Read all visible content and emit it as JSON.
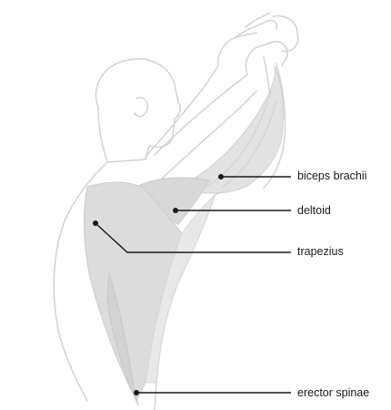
{
  "labels": {
    "biceps": "biceps brachii",
    "deltoid": "deltoid",
    "trapezius": "trapezius",
    "erector": "erector spinae"
  },
  "colors": {
    "outline": "#d4d4d4",
    "muscle_fill": "#dcdcdc",
    "muscle_light": "#e6e6e6",
    "leader_line": "#1a1a1a"
  }
}
